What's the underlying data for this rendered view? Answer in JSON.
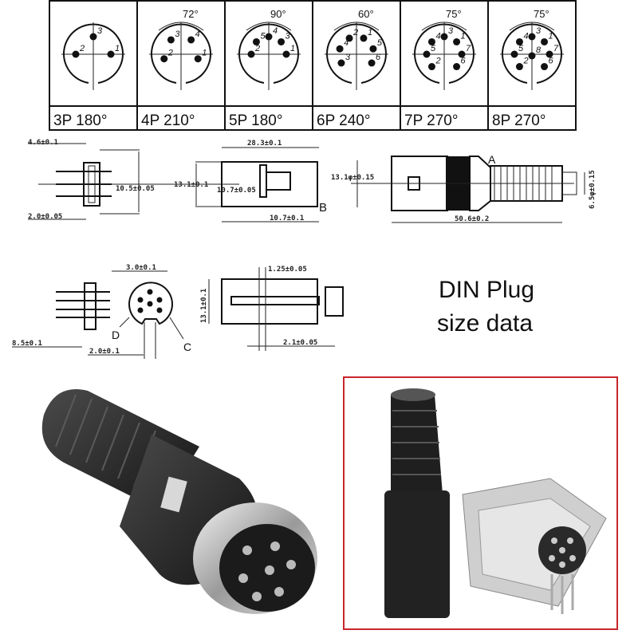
{
  "pin_table": {
    "columns": [
      {
        "label": "3P 180°",
        "angle": "",
        "pins": [
          "2",
          "3",
          "1"
        ]
      },
      {
        "label": "4P 210°",
        "angle": "72°",
        "pins": [
          "2",
          "3",
          "4",
          "1"
        ]
      },
      {
        "label": "5P 180°",
        "angle": "90°",
        "pins": [
          "2",
          "5",
          "4",
          "3",
          "1"
        ]
      },
      {
        "label": "6P 240°",
        "angle": "60°",
        "pins": [
          "3",
          "4",
          "2",
          "1",
          "5",
          "6"
        ]
      },
      {
        "label": "7P 270°",
        "angle": "75°",
        "pins": [
          "2",
          "5",
          "4",
          "3",
          "1",
          "7",
          "6"
        ]
      },
      {
        "label": "8P 270°",
        "angle": "75°",
        "pins": [
          "2",
          "5",
          "4",
          "8",
          "3",
          "1",
          "7",
          "6"
        ]
      }
    ]
  },
  "dimensions": {
    "d1": "4.6±0.1",
    "d2": "2.0±0.05",
    "d3": "10.5±0.05",
    "d4": "28.3±0.1",
    "d5": "13.1±0.1",
    "d6": "10.7±0.05",
    "d7": "10.7±0.1",
    "d8": "13.1φ±0.15",
    "d9": "50.6±0.2",
    "d10": "6.5φ±0.15",
    "d11": "3.0±0.1",
    "d12": "8.5±0.1",
    "d13": "2.0±0.1",
    "d14": "1.25±0.05",
    "d15": "13.1±0.1",
    "d16": "2.1±0.05"
  },
  "markers": {
    "a": "A",
    "b": "B",
    "c": "C",
    "d": "D"
  },
  "heading": {
    "line1": "DIN Plug",
    "line2": "size data"
  },
  "colors": {
    "frame": "#c8262c",
    "plug_body": "#1e1e1e",
    "metal": "#c9c9c9"
  }
}
